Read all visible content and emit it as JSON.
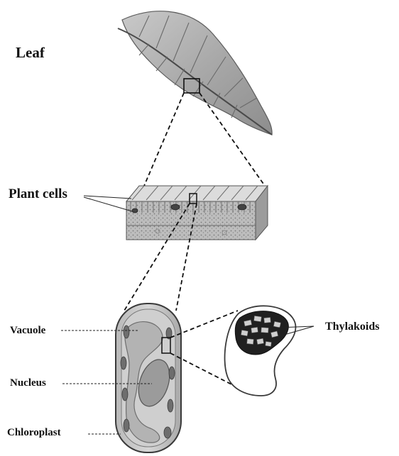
{
  "labels": {
    "leaf": "Leaf",
    "plant_cells": "Plant cells",
    "vacuole": "Vacuole",
    "nucleus": "Nucleus",
    "chloroplast": "Chloroplast",
    "thylakoids": "Thylakoids"
  }
}
